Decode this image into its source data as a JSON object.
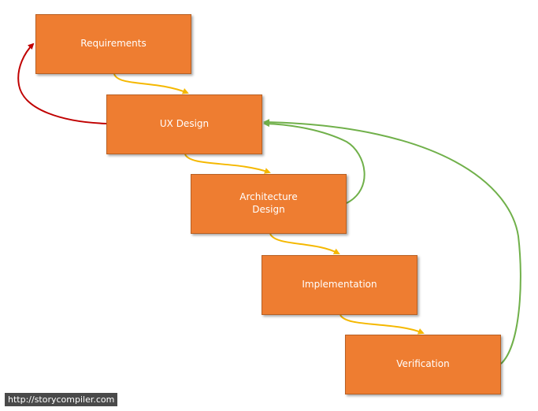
{
  "boxes": [
    {
      "label": "Requirements"
    },
    {
      "label": "UX Design"
    },
    {
      "label": "Architecture\nDesign"
    },
    {
      "label": "Implementation"
    },
    {
      "label": "Verification"
    }
  ],
  "credit": "http://storycompiler.com",
  "colors": {
    "box_fill": "#ee7d31",
    "flow_arrow": "#f5b800",
    "back_arrow_red": "#c00000",
    "back_arrow_green": "#70b04a"
  }
}
